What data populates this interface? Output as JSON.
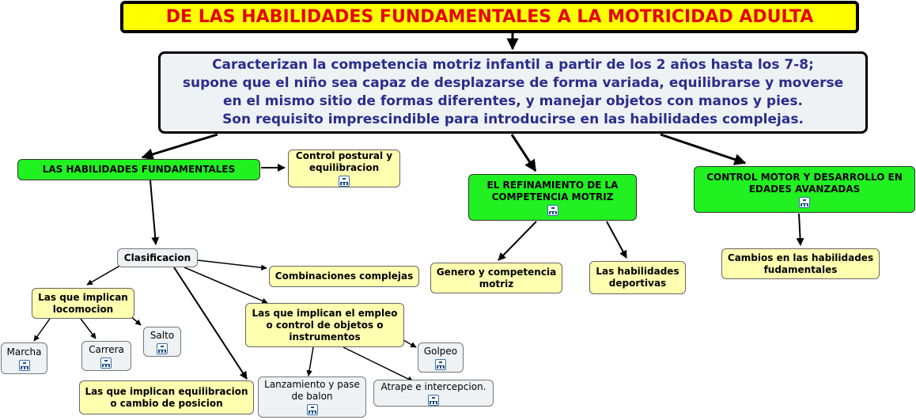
{
  "title": "DE LAS HABILIDADES FUNDAMENTALES A LA MOTRICIDAD ADULTA",
  "main": {
    "lines": [
      "Caracterizan la competencia motriz infantil a partir de los 2 años hasta los 7-8;",
      "supone que el niño sea capaz de desplazarse de forma variada, equilibrarse y moverse",
      "en el mismo sitio de formas diferentes, y manejar objetos con manos y pies.",
      "Son requisito imprescindible para introducirse en las habilidades complejas."
    ]
  },
  "nodes": {
    "habilidades_fundamentales": "LAS HABILIDADES FUNDAMENTALES",
    "control_postural": "Control postural y equilibracion",
    "refinamiento": "EL REFINAMIENTO DE LA COMPETENCIA MOTRIZ",
    "control_motor": "CONTROL MOTOR Y DESARROLLO EN EDADES AVANZADAS",
    "clasificacion": "Clasificacion",
    "combinaciones": "Combinaciones complejas",
    "genero": "Genero y competencia motriz",
    "habilidades_deportivas": "Las habilidades deportivas",
    "cambios": "Cambios en las habilidades fudamentales",
    "locomocion": "Las que implican locomocion",
    "objetos": "Las que implican el empleo o control de objetos o instrumentos",
    "marcha": "Marcha",
    "carrera": "Carrera",
    "salto": "Salto",
    "golpeo": "Golpeo",
    "equilibracion": "Las que implican equilibracion o cambio de posicion",
    "lanzamiento": "Lanzamiento y pase de balon",
    "atrape": "Atrape e intercepcion."
  },
  "icons": {
    "concept_map": "concept-map-icon"
  },
  "colors": {
    "title_bg": "#ffff00",
    "title_text": "#e60000",
    "main_text": "#2c2c8c",
    "green": "#21f021",
    "yellow": "#ffffb0",
    "grey": "#eef2f4"
  }
}
